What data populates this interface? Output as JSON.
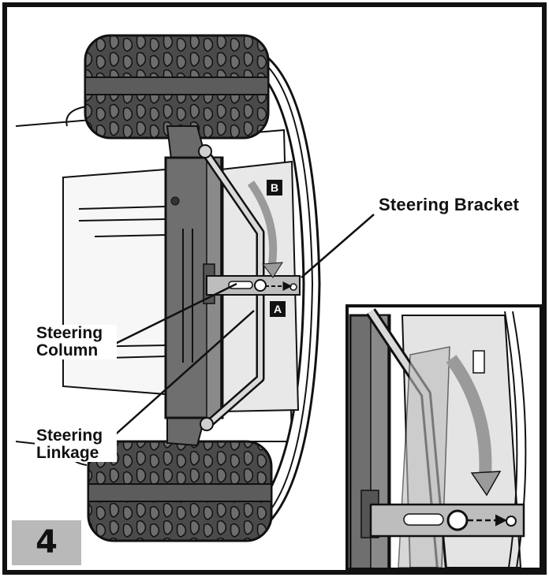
{
  "figure": {
    "step_number": "4",
    "labels": {
      "steering_bracket": "Steering Bracket",
      "steering_column_line1": "Steering",
      "steering_column_line2": "Column",
      "steering_linkage_line1": "Steering",
      "steering_linkage_line2": "Linkage"
    },
    "tags": {
      "a": "A",
      "b": "B"
    }
  },
  "colors": {
    "outline": "#111111",
    "tire": "#4a4a4a",
    "column": "#6f6f6f",
    "arrow_gray": "#9a9a9a",
    "step_box": "#b9b9b9"
  }
}
